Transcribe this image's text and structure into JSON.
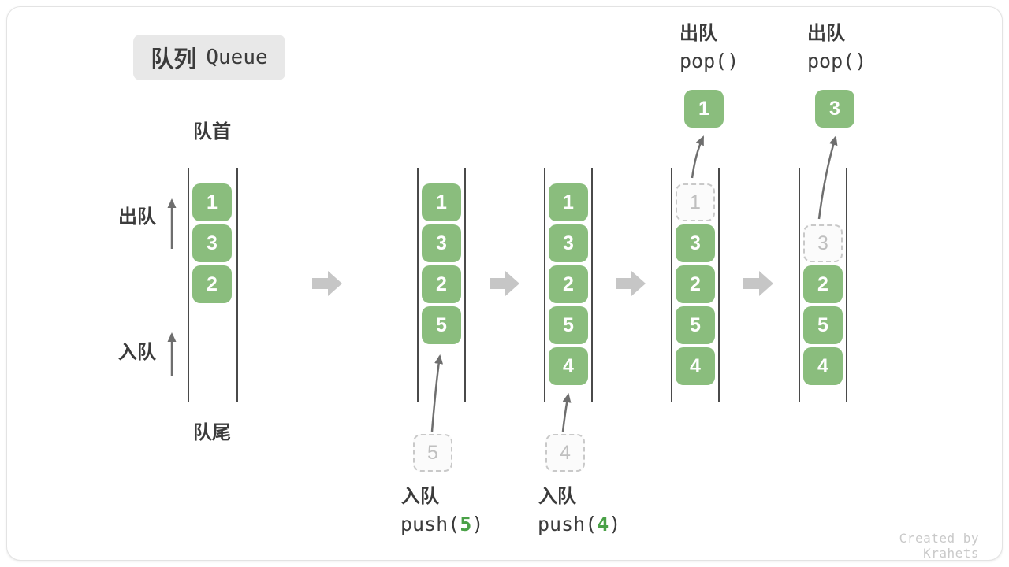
{
  "title": {
    "zh": "队列",
    "en": "Queue"
  },
  "labels": {
    "front": "队首",
    "rear": "队尾",
    "dequeue": "出队",
    "enqueue": "入队"
  },
  "queues": [
    {
      "items": [
        "1",
        "3",
        "2"
      ]
    },
    {
      "items": [
        "1",
        "3",
        "2",
        "5"
      ]
    },
    {
      "items": [
        "1",
        "3",
        "2",
        "5",
        "4"
      ]
    },
    {
      "popped": "1",
      "items": [
        "3",
        "2",
        "5",
        "4"
      ]
    },
    {
      "popped": "3",
      "items": [
        "2",
        "5",
        "4"
      ]
    }
  ],
  "operations": {
    "push1": {
      "label": "入队",
      "code_pre": "push(",
      "arg": "5",
      "code_post": ")",
      "staged": "5"
    },
    "push2": {
      "label": "入队",
      "code_pre": "push(",
      "arg": "4",
      "code_post": ")",
      "staged": "4"
    },
    "pop1": {
      "label": "出队",
      "code": "pop()",
      "value": "1"
    },
    "pop2": {
      "label": "出队",
      "code": "pop()",
      "value": "3"
    }
  },
  "watermark": "Created by Krahets",
  "colors": {
    "item_green": "#8abd7d",
    "code_green": "#4aa147",
    "badge_bg": "#e8e8e8",
    "arrow_gray": "#c6c6c6",
    "text_dark": "#3b3b3b",
    "dashed_border": "#c9c9c9"
  }
}
